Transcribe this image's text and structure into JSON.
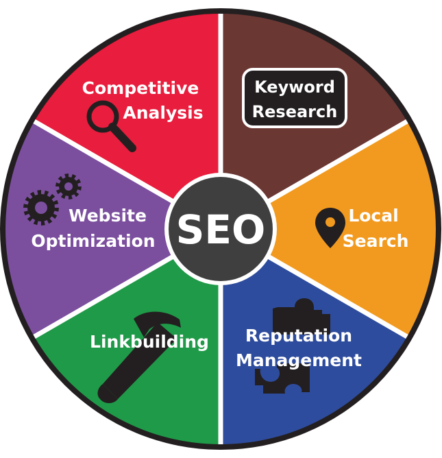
{
  "center": {
    "label": "SEO",
    "fill": "#3f3f3f"
  },
  "segments": [
    {
      "id": "keyword-research",
      "lines": [
        "Keyword",
        "Research"
      ],
      "color": "#6b3733",
      "icon": "rounded-label-box"
    },
    {
      "id": "local-search",
      "lines": [
        "Local",
        "Search"
      ],
      "color": "#f29a1f",
      "icon": "map-pin-icon"
    },
    {
      "id": "reputation-management",
      "lines": [
        "Reputation",
        "Management"
      ],
      "color": "#2e4c9d",
      "icon": "puzzle-piece-icon"
    },
    {
      "id": "linkbuilding",
      "lines": [
        "Linkbuilding"
      ],
      "color": "#1f9a48",
      "icon": "hammer-icon"
    },
    {
      "id": "website-optimization",
      "lines": [
        "Website",
        "Optimization"
      ],
      "color": "#7b4f9e",
      "icon": "gears-icon"
    },
    {
      "id": "competitive-analysis",
      "lines": [
        "Competitive",
        "Analysis"
      ],
      "color": "#e91d3d",
      "icon": "magnifier-icon"
    }
  ],
  "colors": {
    "divider": "#ffffff",
    "rim": "#231f20",
    "icon": "#231f20"
  }
}
